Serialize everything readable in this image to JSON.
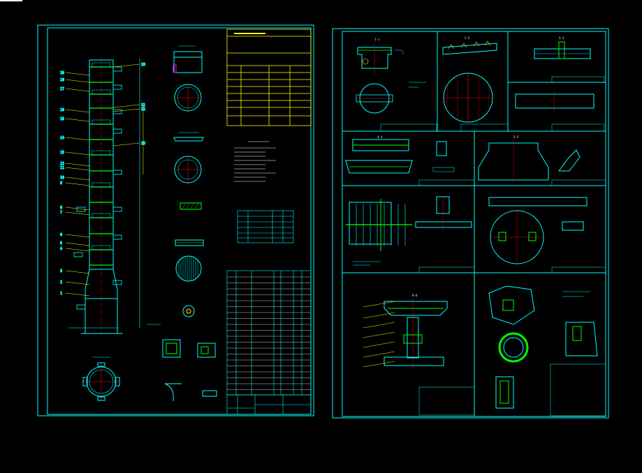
{
  "colors": {
    "background": "#000000",
    "frame": "#00ffff",
    "vessel": "#00ffff",
    "tray": "#00ff00",
    "centerline": "#ff0000",
    "text": "#ffffff",
    "accent_yellow": "#ffff00",
    "accent_magenta": "#ff00ff"
  },
  "sheet1": {
    "leader_labels_left": [
      "19",
      "18",
      "17",
      "16",
      "15",
      "14",
      "13",
      "12",
      "11",
      "10",
      "9",
      "8",
      "7",
      "6",
      "5",
      "4",
      "3",
      "2",
      "1"
    ],
    "leader_labels_right": [
      "20",
      "21",
      "22",
      "23"
    ]
  },
  "sheet2": {
    "detail_labels": [
      "1-1",
      "2-2",
      "3-3",
      "4-4",
      "5-5",
      "6-6"
    ]
  }
}
